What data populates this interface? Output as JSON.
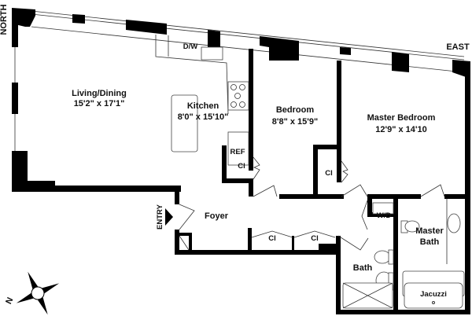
{
  "compass_labels": {
    "north": "NORTH",
    "east": "EAST",
    "n": "N"
  },
  "entry_label": "ENTRY",
  "rooms": {
    "living": {
      "name": "Living/Dining",
      "dims": "15'2\" x 17'1\""
    },
    "kitchen": {
      "name": "Kitchen",
      "dims": "8'0\" x 15'10\""
    },
    "bedroom": {
      "name": "Bedroom",
      "dims": "8'8\" x 15'9\""
    },
    "master": {
      "name": "Master Bedroom",
      "dims": "12'9\" x 14'10"
    },
    "foyer": {
      "name": "Foyer"
    },
    "bath": {
      "name": "Bath"
    },
    "master_bath": {
      "line1": "Master",
      "line2": "Bath"
    }
  },
  "fixtures": {
    "dishwasher": "D/W",
    "refrigerator": "REF",
    "washer_dryer": "W/D",
    "jacuzzi": "Jacuzzi",
    "closet": "Cl"
  }
}
